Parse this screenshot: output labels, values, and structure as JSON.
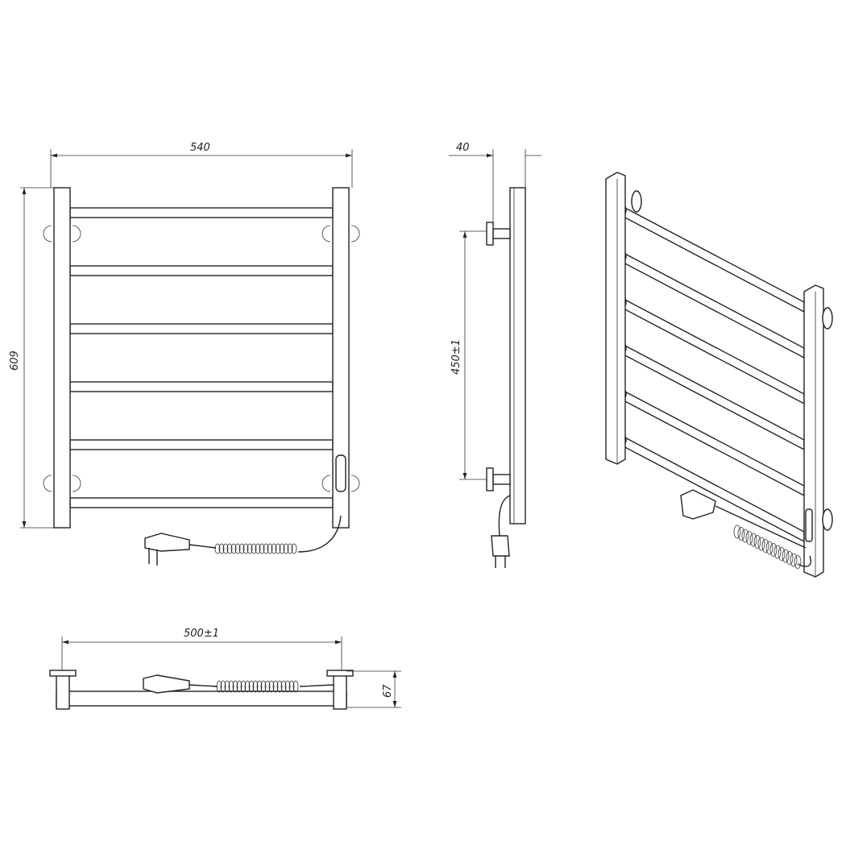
{
  "drawing": {
    "front_view": {
      "width_label": "540",
      "height_label": "609",
      "rail_count": 6
    },
    "side_view": {
      "depth_label": "40",
      "mount_spacing_label": "450±1"
    },
    "top_view": {
      "mount_width_label": "500±1",
      "projection_label": "67"
    },
    "isometric_view": {
      "rail_count": 6
    },
    "line_color": "#222222"
  }
}
